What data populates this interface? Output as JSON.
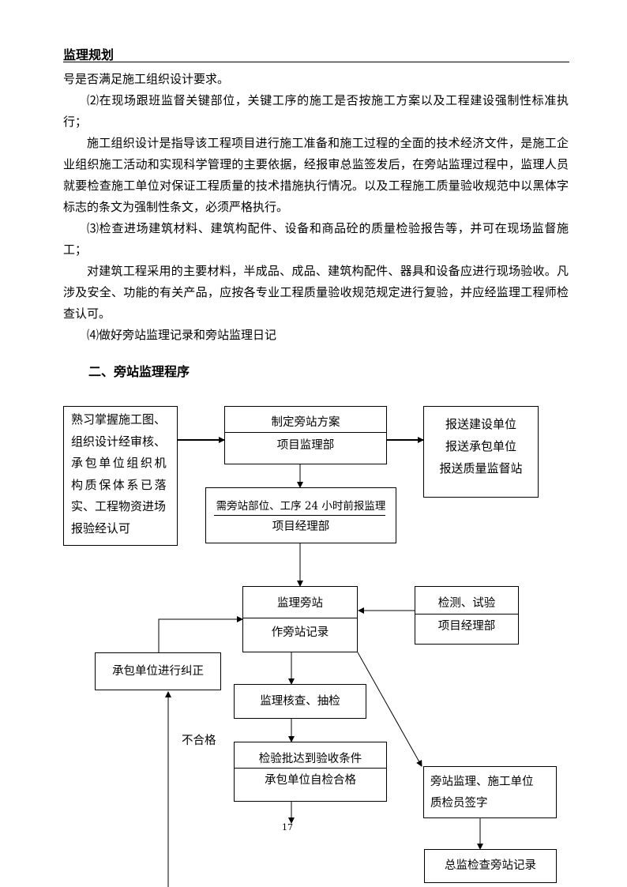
{
  "header": {
    "title": "监理规划"
  },
  "paragraphs": [
    {
      "text": "号是否满足施工组织设计要求。",
      "indent": false
    },
    {
      "text": "⑵在现场跟班监督关键部位，关键工序的施工是否按施工方案以及工程建设强制性标准执行；",
      "indent": true
    },
    {
      "text": "施工组织设计是指导该工程项目进行施工准备和施工过程的全面的技术经济文件，是施工企业组织施工活动和实现科学管理的主要依据，经报审总监签发后，在旁站监理过程中，监理人员就要检查施工单位对保证工程质量的技术措施执行情况。以及工程施工质量验收规范中以黑体字标志的条文为强制性条文，必须严格执行。",
      "indent": true
    },
    {
      "text": "⑶检查进场建筑材料、建筑构配件、设备和商品砼的质量检验报告等，并可在现场监督施工；",
      "indent": true
    },
    {
      "text": "对建筑工程采用的主要材料，半成品、成品、建筑构配件、器具和设备应进行现场验收。凡涉及安全、功能的有关产品，应按各专业工程质量验收规范规定进行复验，并应经监理工程师检查认可。",
      "indent": true
    },
    {
      "text": "⑷做好旁站监理记录和旁站监理日记",
      "indent": true
    }
  ],
  "section_heading": "二、旁站监理程序",
  "flowchart": {
    "prereq_box": [
      "熟习掌握施工图、",
      "组织设计经审核、",
      "承包单位组织机",
      "构质保体系已落",
      "实、工程物资进场",
      "报验经认可"
    ],
    "plan_box": {
      "top": "制定旁站方案",
      "bottom": "项目监理部"
    },
    "report_box": [
      "报送建设单位",
      "报送承包单位",
      "报送质量监督站"
    ],
    "notice_box": {
      "top": "需旁站部位、工序 24 小时前报监理",
      "bottom": "项目经理部"
    },
    "supervise_box": {
      "top": "监理旁站",
      "bottom": "作旁站记录"
    },
    "testing_box": {
      "top": "检测、试验",
      "bottom": "项目经理部"
    },
    "correction_box": "承包单位进行纠正",
    "inspect_box": "监理核查、抽检",
    "fail_label": "不合格",
    "acceptance_box": {
      "top": "检验批达到验收条件",
      "bottom": "承包单位自检合格"
    },
    "sign_box": [
      "旁站监理、施工单位",
      "质检员签字"
    ],
    "director_box": "总监检查旁站记录"
  },
  "page_number": "17"
}
